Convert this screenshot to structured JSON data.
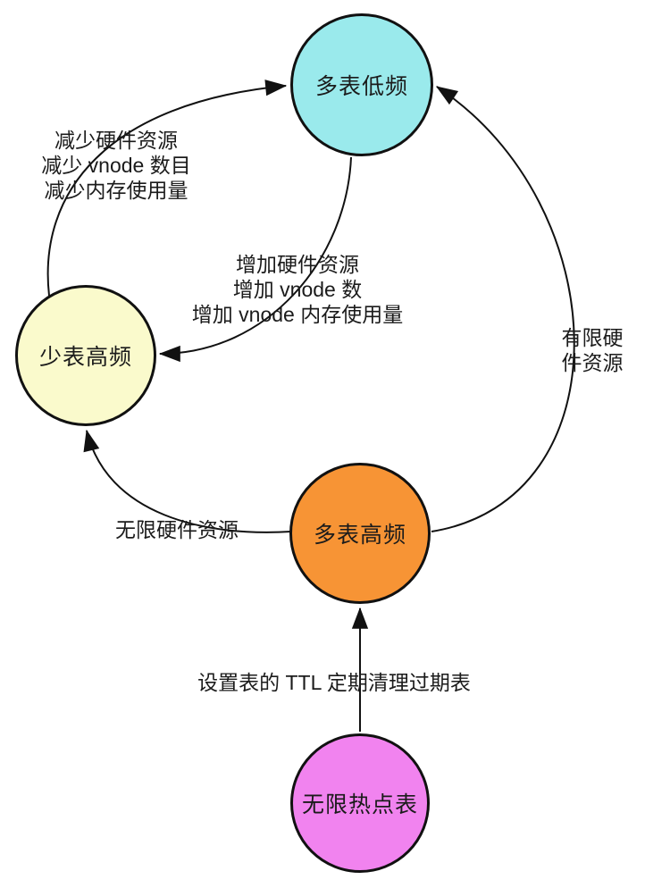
{
  "diagram": {
    "background_color": "#ffffff",
    "line_color": "#111111",
    "text_color": "#1b1b1b",
    "nodes": [
      {
        "id": "multi-table-low-freq",
        "label": "多表低频",
        "fill": "#9AEAEC"
      },
      {
        "id": "few-table-high-freq",
        "label": "少表高频",
        "fill": "#FAFACC"
      },
      {
        "id": "multi-table-high-freq",
        "label": "多表高频",
        "fill": "#F79435"
      },
      {
        "id": "unlimited-hot-tables",
        "label": "无限热点表",
        "fill": "#F183EF"
      }
    ],
    "edges": [
      {
        "id": "reduce",
        "from": "few-table-high-freq",
        "to": "multi-table-low-freq",
        "label": "减少硬件资源\n减少 vnode 数目\n减少内存使用量"
      },
      {
        "id": "increase",
        "from": "multi-table-low-freq",
        "to": "few-table-high-freq",
        "label": "增加硬件资源\n增加 vnode 数\n增加 vnode 内存使用量"
      },
      {
        "id": "limited",
        "from": "multi-table-high-freq",
        "to": "multi-table-low-freq",
        "label": "有限硬件资源"
      },
      {
        "id": "unlimited",
        "from": "multi-table-high-freq",
        "to": "few-table-high-freq",
        "label": "无限硬件资源"
      },
      {
        "id": "ttl",
        "from": "unlimited-hot-tables",
        "to": "multi-table-high-freq",
        "label": "设置表的 TTL 定期清理过期表"
      }
    ]
  }
}
